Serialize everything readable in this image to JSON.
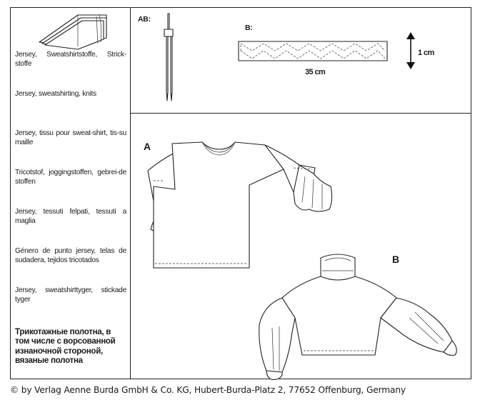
{
  "fabrics": [
    {
      "lang": "de",
      "text": "Jersey, Sweatshirtstoffe, Strick-stoffe"
    },
    {
      "lang": "en",
      "text": "Jersey, sweatshirting, knits"
    },
    {
      "lang": "fr",
      "text": "Jersey, tissu pour sweat-shirt, tis-su maille"
    },
    {
      "lang": "nl",
      "text": "Tricotstof, joggingstoffen, gebrei-de stoffen"
    },
    {
      "lang": "it",
      "text": "Jersey, tessuti felpati, tessuti a maglia"
    },
    {
      "lang": "es",
      "text": "Género de punto jersey, telas de sudadera, tejidos tricotados"
    },
    {
      "lang": "sv",
      "text": "Jersey, sweatshirttyger, stickade tyger"
    },
    {
      "lang": "ru",
      "text": "Трикотажные полотна, в том числе с ворсованной изнаночной стороной, вязаные полотна"
    }
  ],
  "notions": {
    "needle_label": "AB:",
    "band_label": "B:",
    "band_length": "35 cm",
    "band_width": "1 cm"
  },
  "views": {
    "a_label": "A",
    "b_label": "B"
  },
  "copyright": "© by Verlag Aenne Burda GmbH & Co. KG, Hubert-Burda-Platz 2, 77652 Offenburg, Germany",
  "icons": [
    "folded-fabric-icon",
    "twin-needle-icon",
    "dimension-arrow-icon"
  ]
}
